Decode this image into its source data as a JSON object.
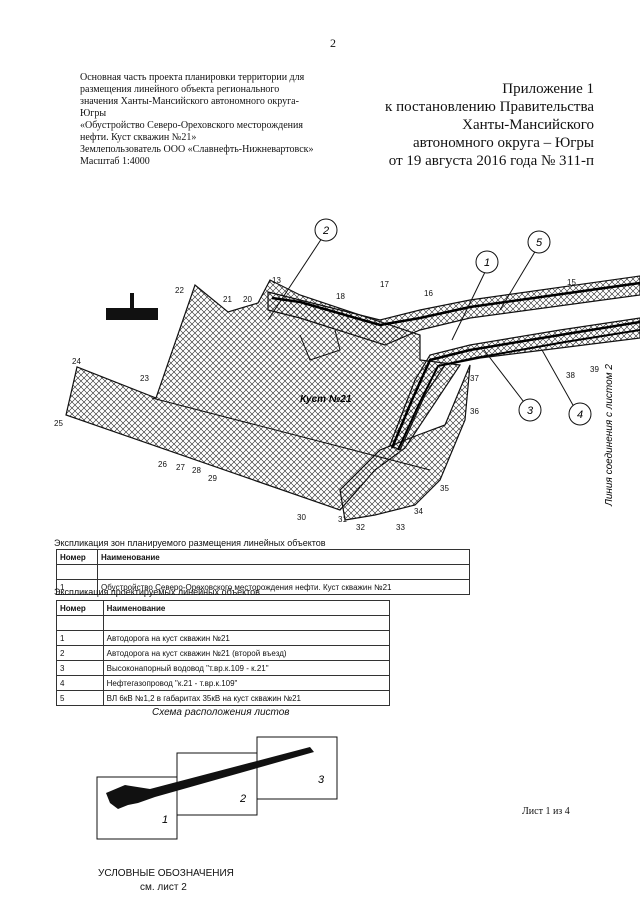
{
  "page_number": "2",
  "header": {
    "project_lines": [
      "Основная часть проекта планировки территории для",
      "размещения линейного объекта регионального",
      "значения Ханты-Мансийского автономного округа-",
      "Югры",
      "«Обустройство Северо-Ореховского месторождения",
      "нефти. Куст скважин №21»",
      "Землепользователь ООО «Славнефть-Нижневартовск»",
      "Масштаб 1:4000"
    ],
    "appendix_lines": [
      "Приложение 1",
      "к постановлению Правительства",
      "Ханты-Мансийского",
      "автономного округа – Югры",
      "от 19 августа 2016 года № 311-п"
    ]
  },
  "map": {
    "site_label": "Куст №21",
    "connection_label": "Линия соединения с листом 2",
    "point_numbers": [
      "13",
      "15",
      "16",
      "17",
      "18",
      "20",
      "21",
      "22",
      "23",
      "24",
      "25",
      "26",
      "27",
      "28",
      "29",
      "30",
      "31",
      "32",
      "33",
      "34",
      "35",
      "36",
      "37",
      "38",
      "39"
    ],
    "callouts": [
      "1",
      "2",
      "3",
      "4",
      "5"
    ]
  },
  "zones_table": {
    "title": "Экспликация зон планируемого размещения линейных объектов",
    "headers": [
      "Номер",
      "Наименование"
    ],
    "rows": [
      {
        "num": "1",
        "name": "Обустройство Северо-Ореховского месторождения нефти. Куст скважин №21"
      }
    ]
  },
  "objects_table": {
    "title": "Экспликация проектируемых линейных объектов",
    "headers": [
      "Номер",
      "Наименование"
    ],
    "rows": [
      {
        "num": "1",
        "name": "Автодорога на куст скважин №21"
      },
      {
        "num": "2",
        "name": "Автодорога на куст скважин №21 (второй въезд)"
      },
      {
        "num": "3",
        "name": "Высоконапорный водовод \"т.вр.к.109 - к.21\""
      },
      {
        "num": "4",
        "name": "Нефтегазопровод \"к.21 - т.вр.к.109\""
      },
      {
        "num": "5",
        "name": "ВЛ 6кВ №1,2 в габаритах 35кВ на куст скважин №21"
      }
    ]
  },
  "sheet_scheme": {
    "title": "Схема расположения листов",
    "sheets": [
      "1",
      "2",
      "3"
    ]
  },
  "sheet_label": "Лист 1 из 4",
  "legend": {
    "title": "УСЛОВНЫЕ ОБОЗНАЧЕНИЯ",
    "note": "см. лист 2"
  }
}
